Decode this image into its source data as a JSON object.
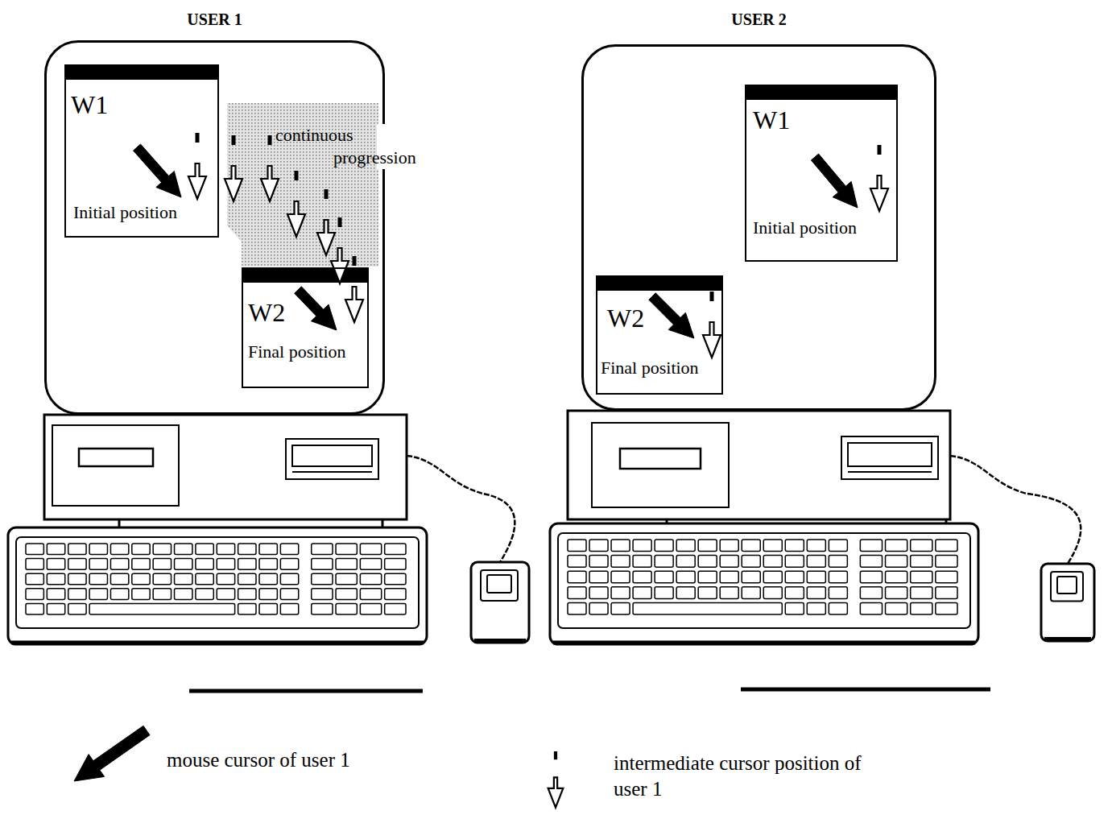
{
  "diagram": {
    "nodes": [
      {
        "text": [
          "USER 1"
        ]
      },
      {
        "text": [
          "W1",
          "Initial position"
        ],
        "in": 0
      },
      {
        "text": [
          "W2",
          "Final position"
        ],
        "in": 0
      },
      {
        "text": [
          "USER 2"
        ]
      },
      {
        "text": [
          "W1",
          "Initial position"
        ],
        "in": 3
      },
      {
        "text": [
          "W2",
          "Final position"
        ],
        "in": 3
      }
    ],
    "labels": [
      "continuous progression"
    ],
    "legend": [
      {
        "text": "mouse cursor of user 1"
      },
      {
        "text": "intermediate cursor position of user 1"
      }
    ]
  }
}
